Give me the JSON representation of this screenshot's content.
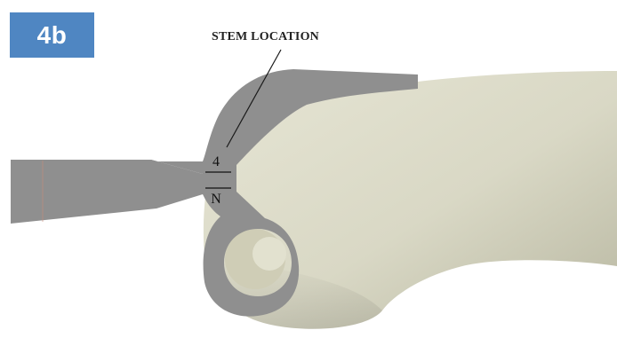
{
  "figure": {
    "badge_label": "4b",
    "callout_label": "STEM LOCATION",
    "stem_marks": {
      "top": "4",
      "bottom": "N"
    }
  },
  "colors": {
    "badge_background": "#4f86c2",
    "badge_text": "#ffffff",
    "instrument_gray": "#8f8f8f",
    "bone": "#d9d8c6",
    "bone_shadow": "#b9b8a2",
    "leader_line": "#1a1a1a"
  }
}
